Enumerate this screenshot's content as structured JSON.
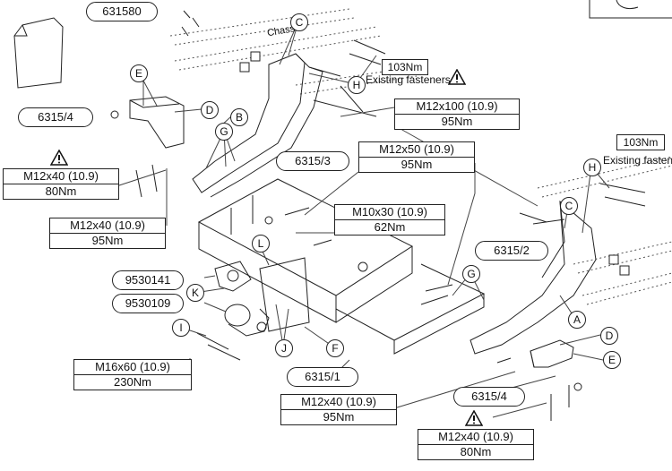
{
  "part_numbers": {
    "kit": "631580",
    "bracket_left": "6315/4",
    "arm_left": "6315/3",
    "arm_right": "6315/2",
    "crossbar": "6315/1",
    "bracket_right": "6315/4",
    "towball_plate": "9530141",
    "towball": "9530109"
  },
  "torques": {
    "t1_size": "M12x40 (10.9)",
    "t1_nm": "80Nm",
    "t2_size": "M12x40 (10.9)",
    "t2_nm": "95Nm",
    "t3_size": "M12x50 (10.9)",
    "t3_nm": "95Nm",
    "t4_size": "M12x100 (10.9)",
    "t4_nm": "95Nm",
    "t5_size": "M10x30 (10.9)",
    "t5_nm": "62Nm",
    "t6_size": "M16x60 (10.9)",
    "t6_nm": "230Nm",
    "t7_size": "M12x40 (10.9)",
    "t7_nm": "95Nm",
    "t8_size": "M12x40 (10.9)",
    "t8_nm": "80Nm",
    "existing_left_nm": "103Nm",
    "existing_left_label": "Existing fasteners",
    "existing_right_nm": "103Nm",
    "existing_right_label": "Existing fastene"
  },
  "letters": {
    "A": "A",
    "B": "B",
    "C1": "C",
    "C2": "C",
    "D1": "D",
    "D2": "D",
    "E1": "E",
    "E2": "E",
    "F": "F",
    "G1": "G",
    "G2": "G",
    "H1": "H",
    "H2": "H",
    "I": "I",
    "J": "J",
    "K": "K",
    "L": "L"
  },
  "chassis_label": "Chassis",
  "warning_icon": "warning-triangle-icon"
}
